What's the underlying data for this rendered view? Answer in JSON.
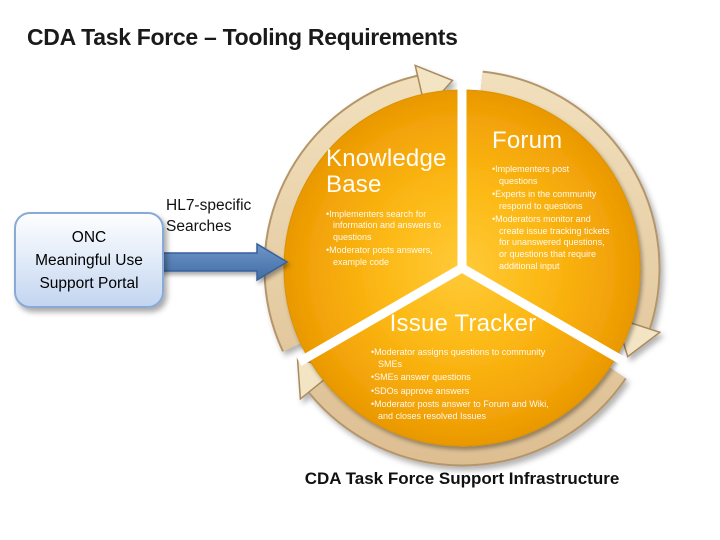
{
  "slide": {
    "title": "CDA Task Force – Tooling Requirements",
    "caption": "CDA Task Force Support Infrastructure"
  },
  "portal_box": {
    "lines": [
      "ONC",
      "Meaningful Use",
      "Support Portal"
    ]
  },
  "arrow": {
    "label": "HL7-specific Searches"
  },
  "diagram": {
    "type": "segmented-cycle",
    "direction": "clockwise",
    "segments": [
      {
        "title": "Knowledge Base",
        "bullets": [
          "Implementers search for information and answers to questions",
          "Moderator posts answers, example code"
        ]
      },
      {
        "title": "Forum",
        "bullets": [
          "Implementers post questions",
          "Experts in the community respond to questions",
          "Moderators monitor and create issue tracking tickets for unanswered questions, or questions that require additional input"
        ]
      },
      {
        "title": "Issue Tracker",
        "bullets": [
          "Moderator assigns questions to community SMEs",
          "SMEs answer questions",
          "SDOs approve answers",
          "Moderator posts answer to Forum and Wiki, and closes resolved Issues"
        ]
      }
    ],
    "colors": {
      "segment_inner": "#FFC938",
      "segment_outer": "#E89800",
      "ring_band": "#E9D2A4",
      "ring_outline": "#B5956A",
      "arrowhead_fill": "#F3E4C4",
      "connector_blue": "#4E80BC",
      "box_fill": "#C3D5F0",
      "box_border": "#89A9D6"
    }
  }
}
